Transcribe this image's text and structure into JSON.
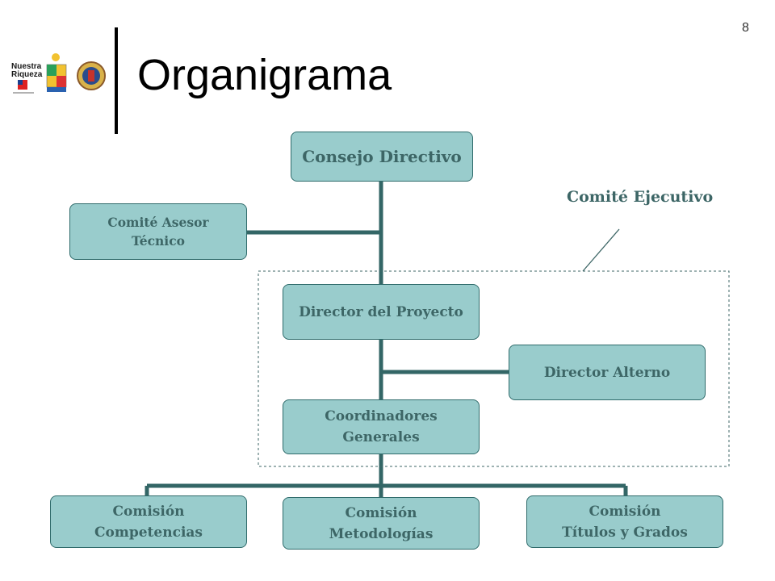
{
  "slide": {
    "number": "8",
    "title": "Organigrama"
  },
  "logos": {
    "left_logo_text_line1": "Nuestra",
    "left_logo_text_line2": "Riqueza"
  },
  "chart": {
    "colors": {
      "box_fill": "#99cccc",
      "box_border": "#2f6b6b",
      "line": "#336666",
      "text": "#3d6666"
    },
    "nodes": {
      "consejo": "Consejo Directivo",
      "asesor": "Comité Asesor\nTécnico",
      "director": "Director del Proyecto",
      "alterno": "Director Alterno",
      "coordinadores": "Coordinadores\nGenerales",
      "competencias": "Comisión\nCompetencias",
      "metodologias": "Comisión\nMetodologías",
      "titulos": "Comisión\nTítulos y Grados"
    },
    "executive_group_label": "Comité Ejecutivo"
  }
}
